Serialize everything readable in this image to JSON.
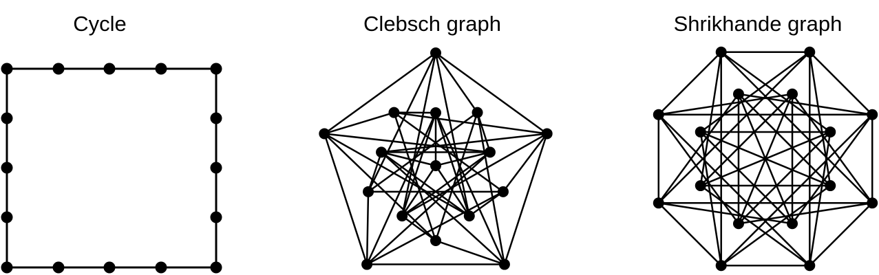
{
  "diagrams": [
    {
      "id": "cycle",
      "title": "Cycle"
    },
    {
      "id": "clebsch",
      "title": "Clebsch graph"
    },
    {
      "id": "shrikhande",
      "title": "Shrikhande graph"
    }
  ],
  "style": {
    "edge_color": "#000000",
    "node_color": "#000000",
    "background": "#ffffff"
  }
}
